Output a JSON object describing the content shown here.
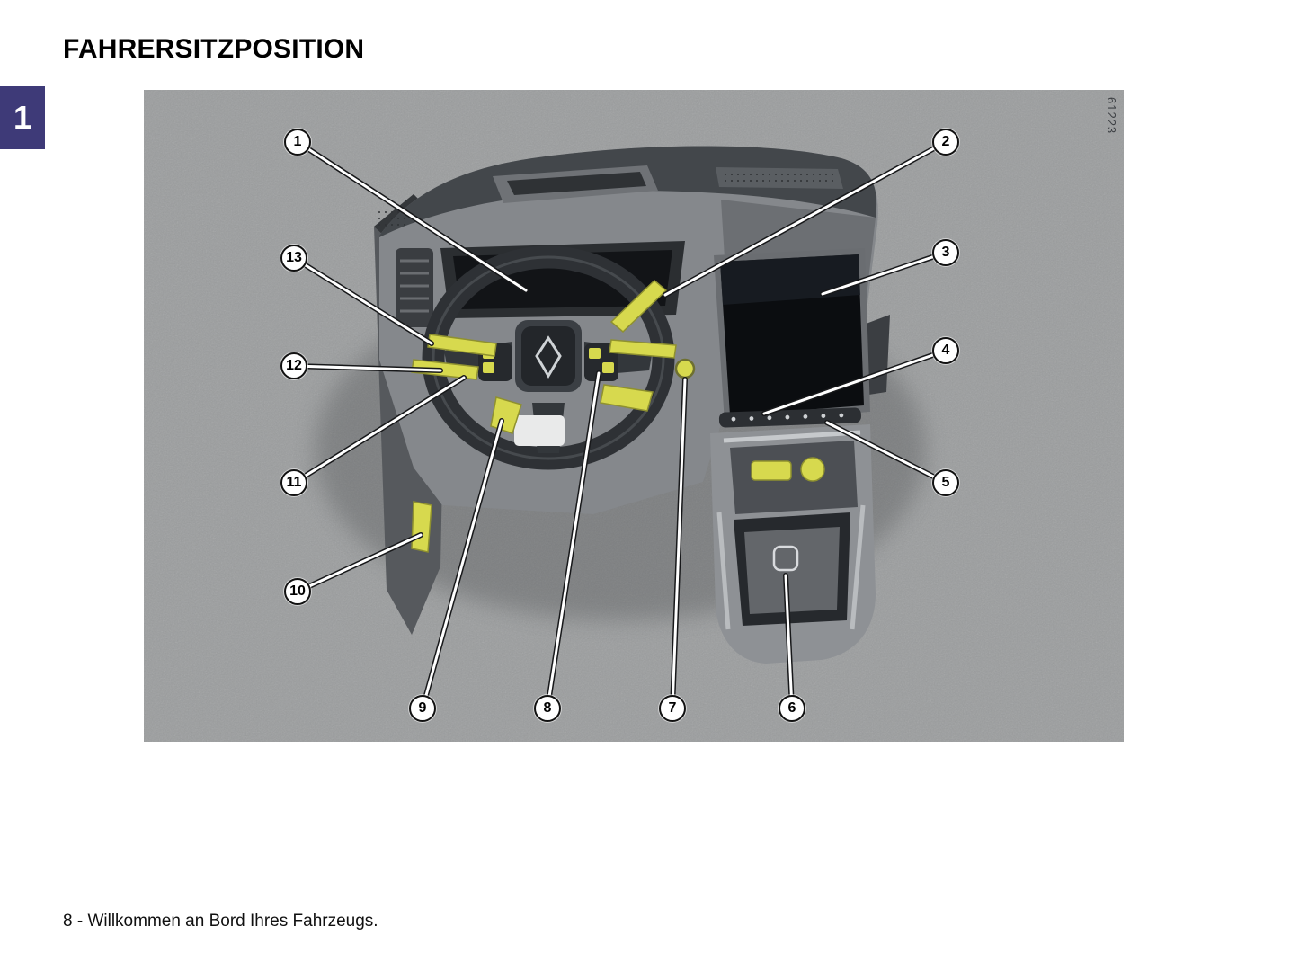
{
  "page": {
    "title": "FAHRERSITZPOSITION",
    "chapter_tab": "1",
    "figure_code": "61223",
    "footer": "8 - Willkommen an Bord Ihres Fahrzeugs."
  },
  "colors": {
    "chapter_tab_bg": "#3E3A78",
    "highlight_yellow": "#D7D94E",
    "figure_background_gray": "#9B9D9E"
  },
  "figure": {
    "description_icons": [
      "steering-wheel",
      "instrument-cluster",
      "touchscreen",
      "center-console",
      "control-stalks",
      "start-button",
      "hood-release-lever"
    ]
  },
  "callouts": [
    {
      "label": "1"
    },
    {
      "label": "2"
    },
    {
      "label": "3"
    },
    {
      "label": "4"
    },
    {
      "label": "5"
    },
    {
      "label": "6"
    },
    {
      "label": "7"
    },
    {
      "label": "8"
    },
    {
      "label": "9"
    },
    {
      "label": "10"
    },
    {
      "label": "11"
    },
    {
      "label": "12"
    },
    {
      "label": "13"
    }
  ]
}
